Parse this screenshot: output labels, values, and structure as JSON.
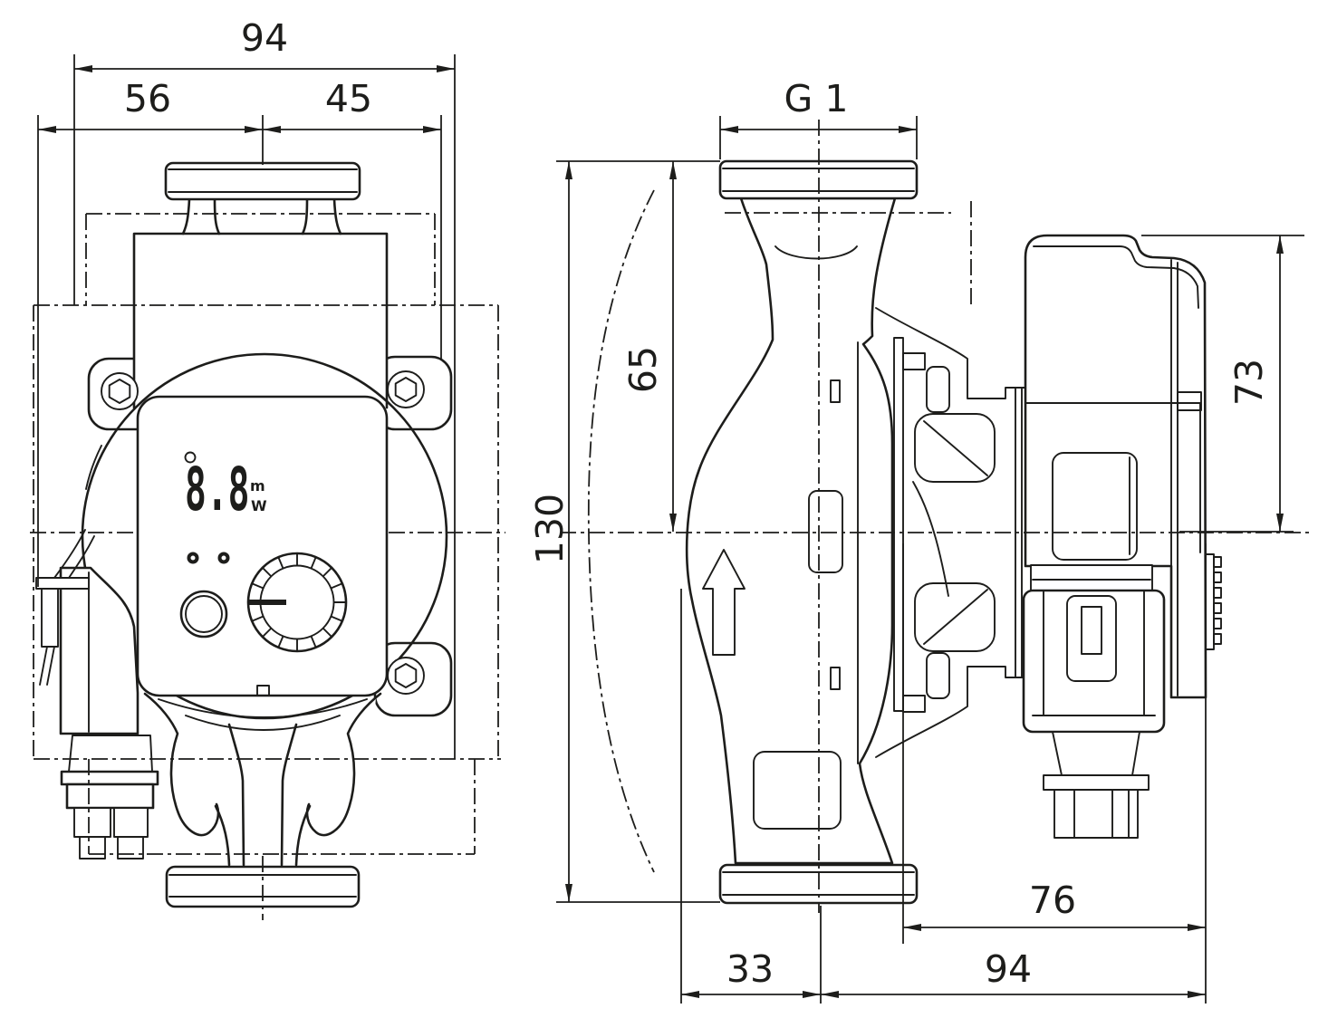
{
  "drawing": {
    "type": "technical-dimension-drawing",
    "views": {
      "left": "front view of pump",
      "right": "side view of pump"
    },
    "line_color": "#1d1d1b",
    "background": "#ffffff"
  },
  "dimensions": {
    "front_total_width": {
      "label": "94"
    },
    "front_width_left": {
      "label": "56"
    },
    "front_width_right": {
      "label": "45"
    },
    "port_thread": {
      "label": "G 1"
    },
    "side_upper_height": {
      "label": "65"
    },
    "side_total_height": {
      "label": "130"
    },
    "side_head_height": {
      "label": "73"
    },
    "side_depth_module": {
      "label": "76"
    },
    "side_depth_front": {
      "label": "94"
    },
    "side_depth_back": {
      "label": "33"
    }
  },
  "display": {
    "value": "8.8",
    "unit_top": "m",
    "unit_bottom": "W"
  }
}
